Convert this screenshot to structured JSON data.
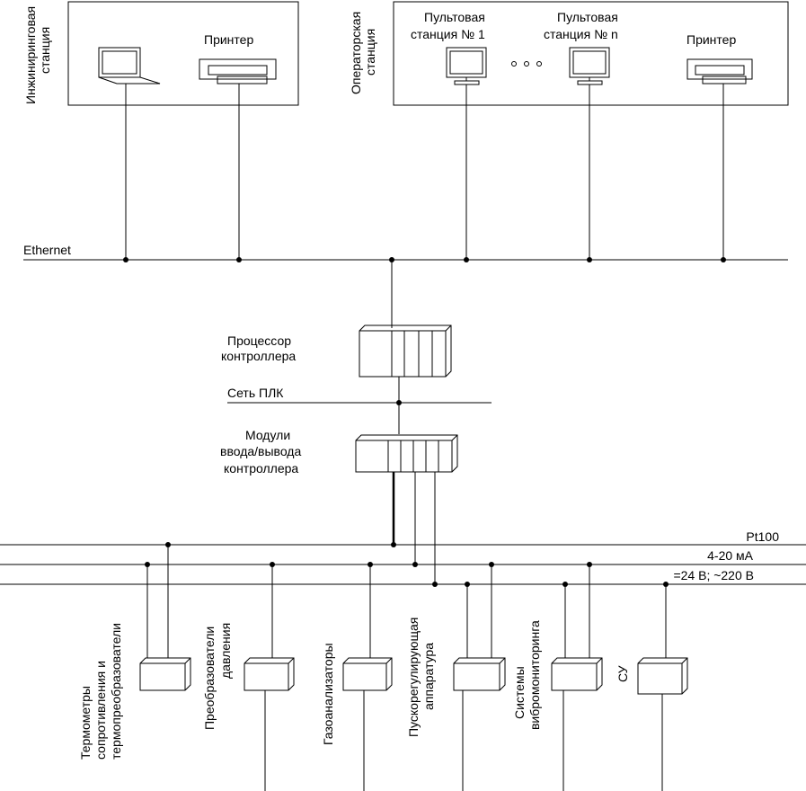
{
  "engineering_station": {
    "label_line1": "Инжиниринговая",
    "label_line2": "станция",
    "printer_label": "Принтер"
  },
  "operator_station": {
    "label_line1": "Операторская",
    "label_line2": "станция",
    "console1_line1": "Пультовая",
    "console1_line2": "станция № 1",
    "consolen_line1": "Пультовая",
    "consolen_line2": "станция № n",
    "printer_label": "Принтер"
  },
  "network": {
    "ethernet_label": "Ethernet",
    "plc_network_label": "Сеть ПЛК"
  },
  "controller": {
    "processor_line1": "Процессор",
    "processor_line2": "контроллера",
    "io_line1": "Модули",
    "io_line2": "ввода/вывода",
    "io_line3": "контроллера"
  },
  "buses": {
    "pt100": "Pt100",
    "analog": "4-20 мА",
    "power": "=24 В; ~220 В"
  },
  "field_devices": {
    "thermo_line1": "Термометры",
    "thermo_line2": "сопротивления и",
    "thermo_line3": "термопреобразователи",
    "pressure_line1": "Преобразователи",
    "pressure_line2": "давления",
    "gas": "Газоанализаторы",
    "startup_line1": "Пускорегулирующая",
    "startup_line2": "аппаратура",
    "vibro_line1": "Системы",
    "vibro_line2": "вибромониторинга",
    "su": "СУ"
  }
}
